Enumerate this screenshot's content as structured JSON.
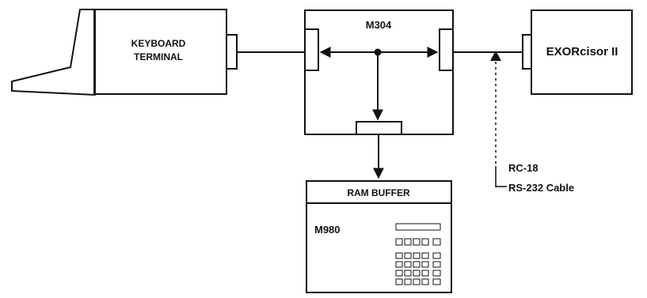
{
  "blocks": {
    "keyboard_terminal": {
      "line1": "KEYBOARD",
      "line2": "TERMINAL"
    },
    "m304": {
      "label": "M304"
    },
    "exorcisor": {
      "label": "EXORcisor II"
    },
    "ram_buffer": {
      "header": "RAM BUFFER",
      "model": "M980"
    }
  },
  "cable_callout": {
    "line1": "RC-18",
    "line2": "RS-232 Cable"
  },
  "colors": {
    "ink": "#111111",
    "background": "#ffffff"
  }
}
